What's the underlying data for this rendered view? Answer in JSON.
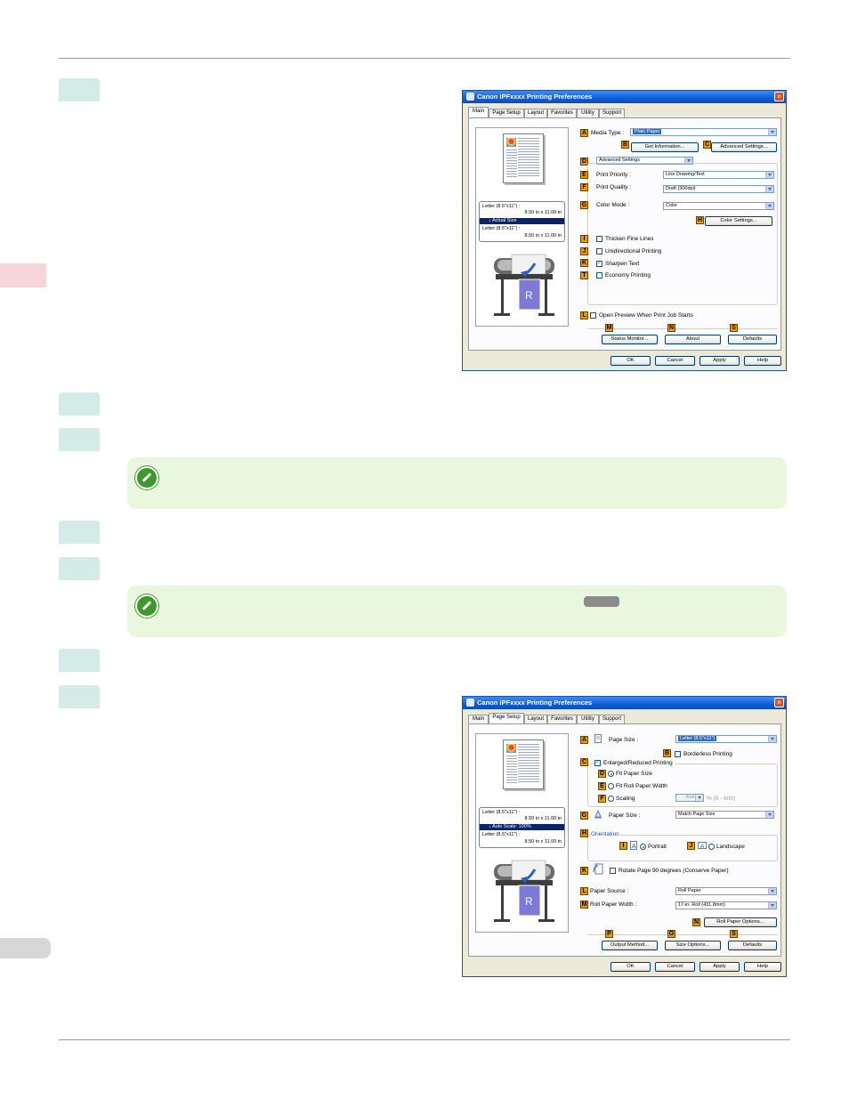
{
  "dialog1": {
    "title": "Canon iPFxxxx Printing Preferences",
    "close": "×",
    "tabs": [
      "Main",
      "Page Setup",
      "Layout",
      "Favorites",
      "Utility",
      "Support"
    ],
    "active_tab": "Main",
    "preview": {
      "line1": "Letter (8.5\"x11\") :",
      "line2": "8.50 in x 11.00 in",
      "highlight": "Actual Size",
      "line3": "Letter (8.5\"x11\") :",
      "line4": "8.50 in x 11.00 in"
    },
    "labels": {
      "A": "A",
      "B": "B",
      "C": "C",
      "D": "D",
      "E": "E",
      "F": "F",
      "G": "G",
      "H": "H",
      "I": "I",
      "J": "J",
      "K": "K",
      "T": "T",
      "L": "L",
      "M": "M",
      "N": "N",
      "S": "S"
    },
    "media_type_label": "Media Type :",
    "media_type_value": "Plain Paper",
    "get_information": "Get Information...",
    "advanced_settings_btn": "Advanced Settings...",
    "mode_value": "Advanced Settings",
    "print_priority_label": "Print Priority :",
    "print_priority_value": "Line Drawing/Text",
    "print_quality_label": "Print Quality :",
    "print_quality_value": "Draft (300dpi)",
    "color_mode_label": "Color Mode :",
    "color_mode_value": "Color",
    "color_settings": "Color Settings...",
    "thicken": "Thicken Fine Lines",
    "unidirectional": "Unidirectional Printing",
    "sharpen": "Sharpen Text",
    "economy": "Economy Printing",
    "open_preview": "Open Preview When Print Job Starts",
    "status_monitor": "Status Monitor...",
    "about": "About",
    "defaults": "Defaults",
    "ok": "OK",
    "cancel": "Cancel",
    "apply": "Apply",
    "help": "Help"
  },
  "dialog2": {
    "title": "Canon iPFxxxx Printing Preferences",
    "close": "×",
    "tabs": [
      "Main",
      "Page Setup",
      "Layout",
      "Favorites",
      "Utility",
      "Support"
    ],
    "active_tab": "Page Setup",
    "preview": {
      "line1": "Letter (8.5\"x11\") :",
      "line2": "8.50 in x 11.00 in",
      "highlight": "Auto Scale: 100%",
      "line3": "Letter (8.5\"x11\") :",
      "line4": "8.50 in x 11.00 in"
    },
    "labels": {
      "A": "A",
      "B": "B",
      "C": "C",
      "D": "D",
      "E": "E",
      "F": "F",
      "G": "G",
      "H": "H",
      "I": "I",
      "J": "J",
      "K": "K",
      "L": "L",
      "M": "M",
      "N": "N",
      "P": "P",
      "O": "O",
      "S": "S"
    },
    "page_size_label": "Page Size :",
    "page_size_value": "Letter (8.5\"x11\")",
    "borderless": "Borderless Printing",
    "enlarged": "Enlarged/Reduced Printing",
    "fit_paper": "Fit Paper Size",
    "fit_roll": "Fit Roll Paper Width",
    "scaling": "Scaling",
    "scaling_value": "Auto",
    "scaling_range": "% (5 - 600)",
    "paper_size_label": "Paper Size :",
    "paper_size_value": "Match Page Size",
    "orientation": "Orientation",
    "portrait": "Portrait",
    "landscape": "Landscape",
    "rotate": "Rotate Page 90 degrees (Conserve Paper)",
    "paper_source_label": "Paper Source :",
    "paper_source_value": "Roll Paper",
    "roll_width_label": "Roll Paper Width :",
    "roll_width_value": "17-in. Roll (431.8mm)",
    "roll_options": "Roll Paper Options...",
    "output_method": "Output Method...",
    "size_options": "Size Options...",
    "defaults": "Defaults",
    "ok": "OK",
    "cancel": "Cancel",
    "apply": "Apply",
    "help": "Help"
  }
}
